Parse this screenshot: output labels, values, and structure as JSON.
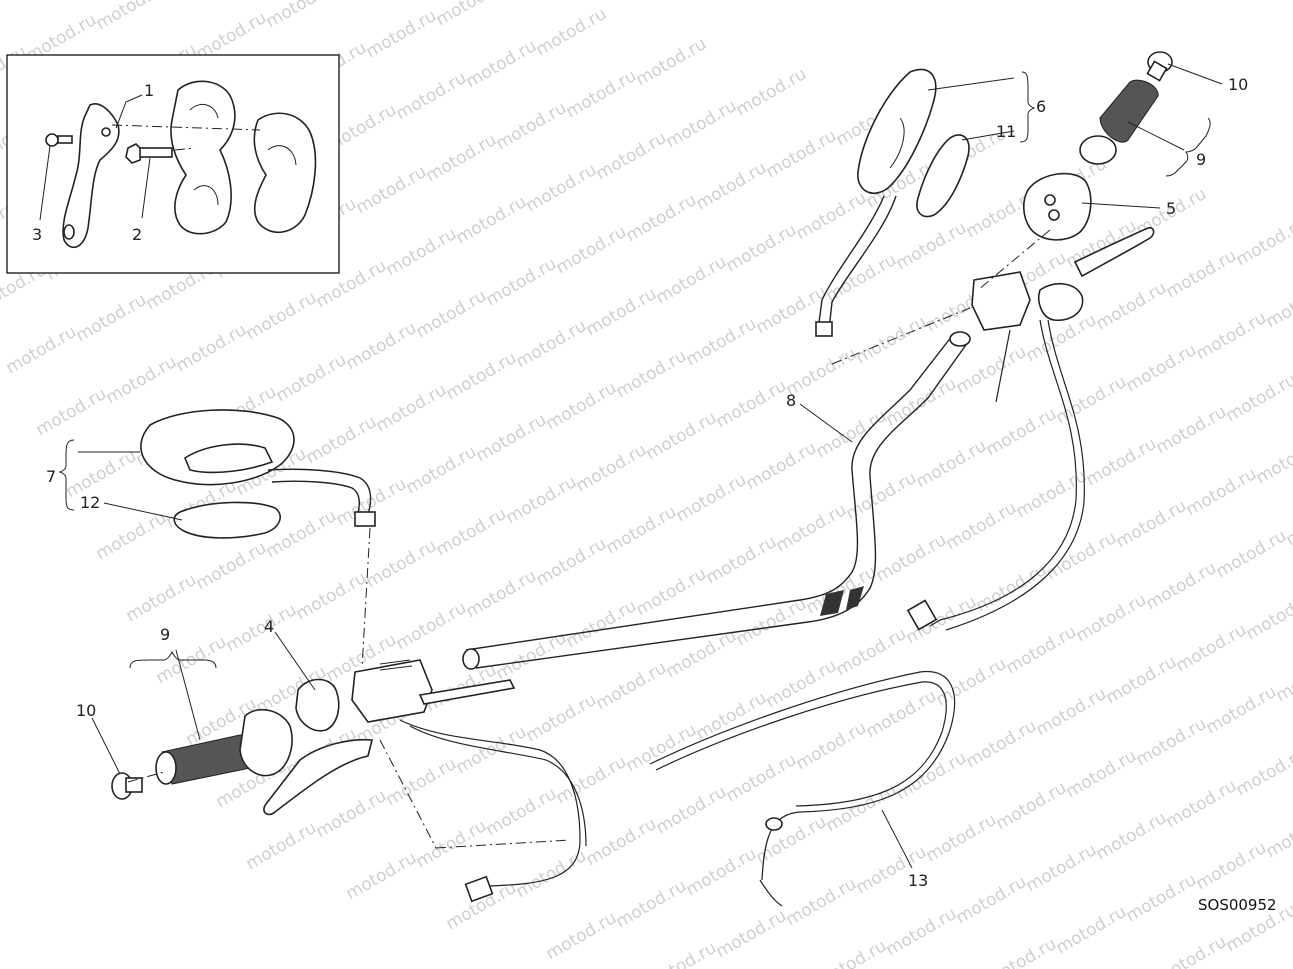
{
  "diagram": {
    "watermark": "motod.ru",
    "drawing_code": "SOS00952",
    "labels": {
      "inset_1": "1",
      "inset_2": "2",
      "inset_3": "3",
      "p4": "4",
      "p5": "5",
      "p6": "6",
      "p7": "7",
      "p8": "8",
      "p9_left": "9",
      "p9_right": "9",
      "p10_left": "10",
      "p10_right": "10",
      "p11": "11",
      "p12": "12",
      "p13": "13"
    }
  }
}
